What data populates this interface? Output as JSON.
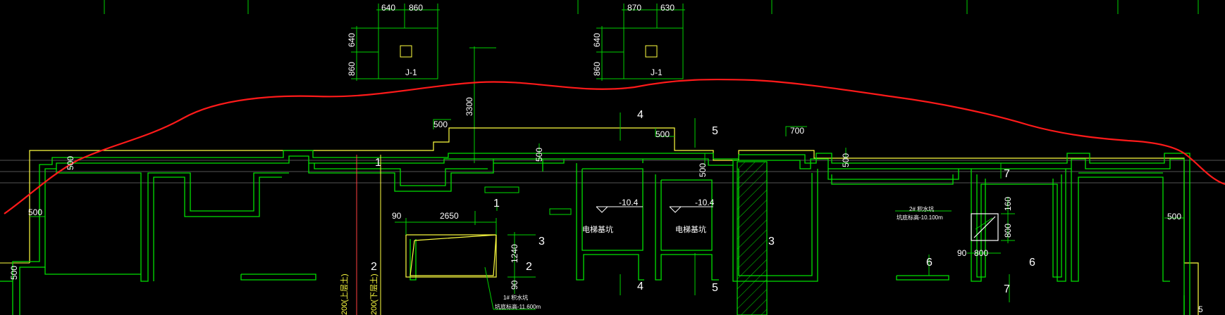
{
  "drawing": {
    "colors": {
      "background": "#000000",
      "wall": "#00e000",
      "outline": "#ffff40",
      "cloud": "#ff1a1a",
      "text": "#ffffff",
      "axis": "#ff4040"
    },
    "top_dims": {
      "left_a": "640",
      "left_b": "860",
      "right_a": "870",
      "right_b": "630"
    },
    "side_dims": {
      "l_top": "640",
      "l_bot": "860",
      "r_top": "640",
      "r_bot": "860"
    },
    "footing_labels": {
      "left": "J-1",
      "right": "J-1"
    },
    "dims": {
      "d3300": "3300",
      "d500_a": "500",
      "d500_b": "500",
      "d700": "700",
      "d500_c": "500",
      "d500_d": "500",
      "d500_e": "500",
      "d500_f": "500",
      "d500_g": "500",
      "d500_h": "500",
      "d500_i": "500",
      "d90_a": "90",
      "d2650": "2650",
      "d1240": "1240",
      "d90_b": "90",
      "d90_c": "90",
      "d800_h": "800",
      "d160": "160",
      "d800_v": "800",
      "d5_cut": "5"
    },
    "grid_numbers": {
      "n4_top": "4",
      "n5_top": "5",
      "n1": "1",
      "n3_left": "3",
      "n2_left": "2",
      "n3_mid": "3",
      "n4_bot": "4",
      "n5_bot": "5",
      "n7_top": "7",
      "n6_a": "6",
      "n6_b": "6",
      "n7_bot": "7",
      "n1_axis": "1",
      "n2_axis": "2"
    },
    "pit_labels": {
      "pit1": "电梯基坑",
      "pit2": "电梯基坑"
    },
    "elevations": {
      "e1": "-10.4",
      "e2": "-10.4"
    },
    "notes": {
      "sump_small_title": "2# 积水坑",
      "sump_small_detail": "坑底标高-10.100m",
      "sump_large_title": "1# 积水坑",
      "sump_large_detail": "坑底标高-11.600m"
    },
    "vertical_texts": {
      "v1": "200(上层土)",
      "v2": "200(下层土)"
    }
  }
}
